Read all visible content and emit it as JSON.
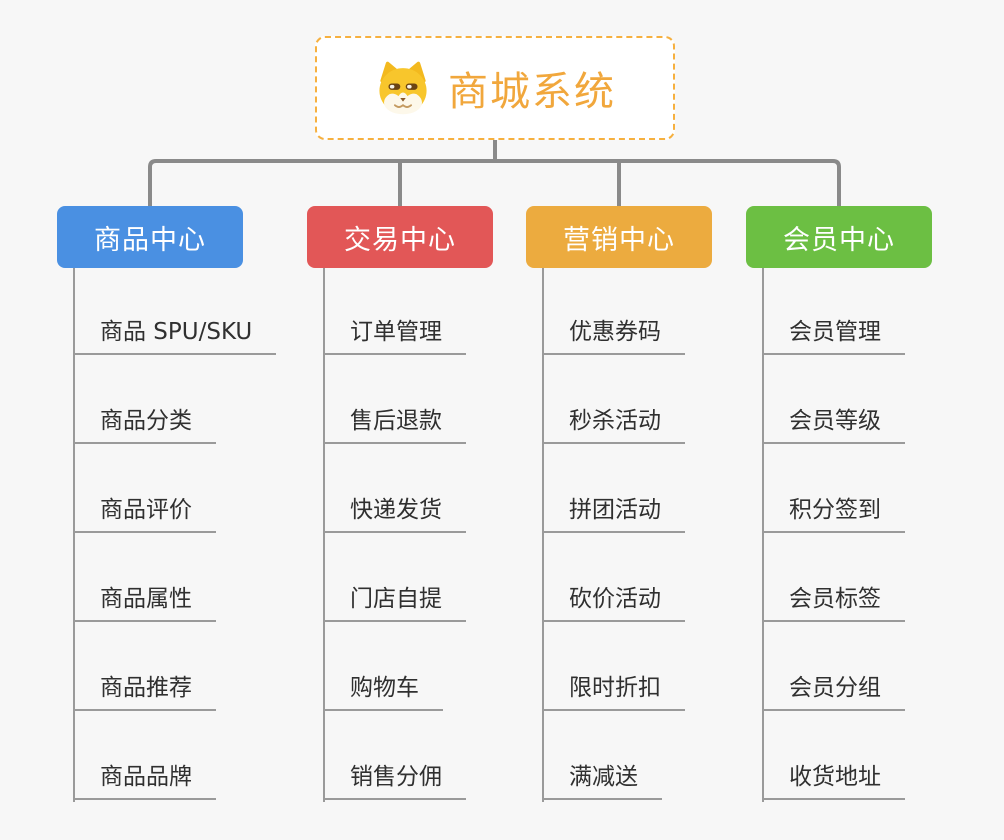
{
  "root": {
    "title": "商城系统",
    "title_color": "#f1a73c",
    "border_color": "#f6b03f",
    "icon": "shiba-dog-icon"
  },
  "connector_color": "#8a8a8a",
  "leaf_line_color": "#9a9a9a",
  "leaf_text_color": "#303030",
  "branches": [
    {
      "label": "商品中心",
      "color": "#4a90e2",
      "items": [
        "商品 SPU/SKU",
        "商品分类",
        "商品评价",
        "商品属性",
        "商品推荐",
        "商品品牌"
      ]
    },
    {
      "label": "交易中心",
      "color": "#e25757",
      "items": [
        "订单管理",
        "售后退款",
        "快递发货",
        "门店自提",
        "购物车",
        "销售分佣"
      ]
    },
    {
      "label": "营销中心",
      "color": "#ecab3f",
      "items": [
        "优惠券码",
        "秒杀活动",
        "拼团活动",
        "砍价活动",
        "限时折扣",
        "满减送"
      ]
    },
    {
      "label": "会员中心",
      "color": "#6cbf43",
      "items": [
        "会员管理",
        "会员等级",
        "积分签到",
        "会员标签",
        "会员分组",
        "收货地址"
      ]
    }
  ]
}
